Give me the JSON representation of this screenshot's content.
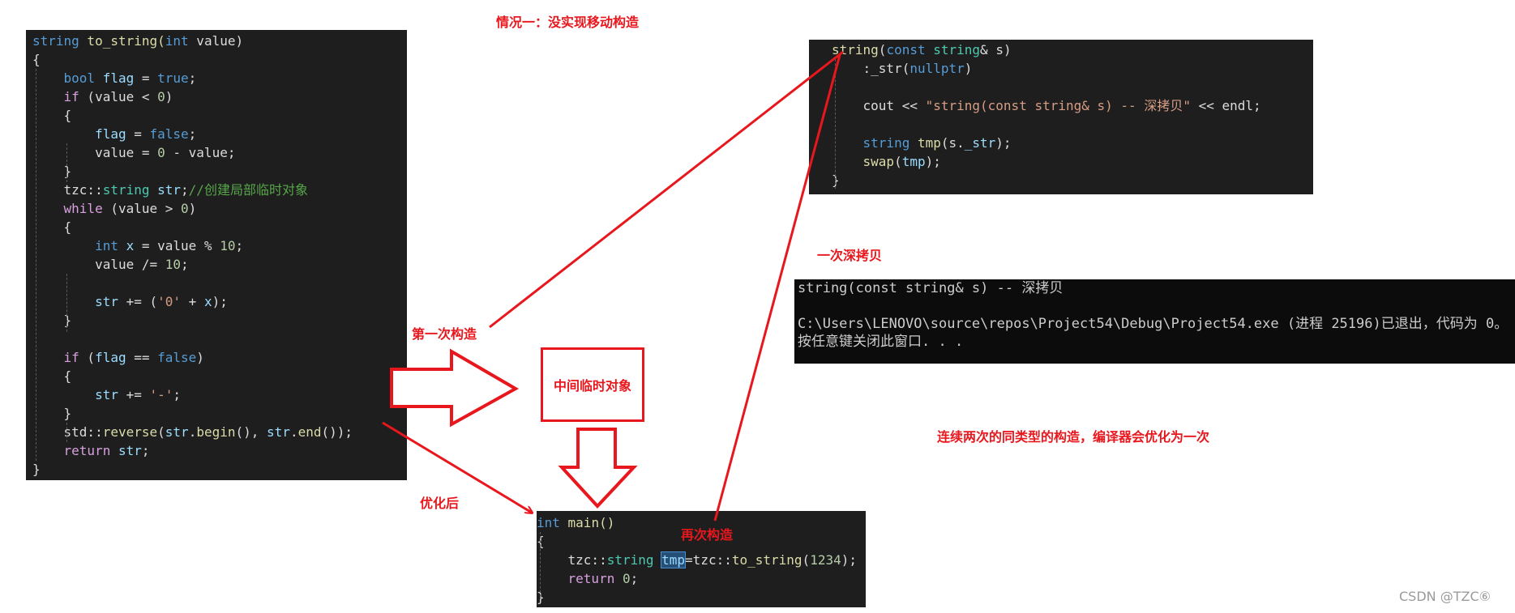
{
  "annotations": {
    "case_title": "情况一：没实现移动构造",
    "first_construct": "第一次构造",
    "temp_object": "中间临时对象",
    "optimized": "优化后",
    "second_construct": "再次构造",
    "one_deep_copy": "一次深拷贝",
    "optimization_note": "连续两次的同类型的构造，编译器会优化为一次"
  },
  "watermark": "CSDN @TZC⑥",
  "to_string_code": {
    "l1_a": "string",
    "l1_b": " to_string(",
    "l1_c": "int",
    "l1_d": " value)",
    "l2": "{",
    "l3_a": "bool",
    "l3_b": " flag",
    "l3_c": " = ",
    "l3_d": "true",
    "l3_e": ";",
    "l4_a": "if",
    "l4_b": " (value < ",
    "l4_c": "0",
    "l4_d": ")",
    "l5": "{",
    "l6_a": "flag",
    "l6_b": " = ",
    "l6_c": "false",
    "l6_d": ";",
    "l7_a": "value = ",
    "l7_b": "0",
    "l7_c": " - value;",
    "l8": "}",
    "l9_a": "tzc::",
    "l9_b": "string",
    "l9_c": " str",
    "l9_d": ";",
    "l9_e": "//创建局部临时对象",
    "l10_a": "while",
    "l10_b": " (value > ",
    "l10_c": "0",
    "l10_d": ")",
    "l11": "{",
    "l12_a": "int",
    "l12_b": " x",
    "l12_c": " = value % ",
    "l12_d": "10",
    "l12_e": ";",
    "l13_a": "value /= ",
    "l13_b": "10",
    "l13_c": ";",
    "l14_a": "str",
    "l14_b": " += (",
    "l14_c": "'0'",
    "l14_d": " + ",
    "l14_e": "x",
    "l14_f": ");",
    "l15": "}",
    "l16_a": "if",
    "l16_b": " (",
    "l16_c": "flag",
    "l16_d": " == ",
    "l16_e": "false",
    "l16_f": ")",
    "l17": "{",
    "l18_a": "str",
    "l18_b": " += ",
    "l18_c": "'-'",
    "l18_d": ";",
    "l19": "}",
    "l20_a": "std::",
    "l20_b": "reverse",
    "l20_c": "(",
    "l20_d": "str",
    "l20_e": ".",
    "l20_f": "begin",
    "l20_g": "(), ",
    "l20_h": "str",
    "l20_i": ".",
    "l20_j": "end",
    "l20_k": "());",
    "l21_a": "return",
    "l21_b": " ",
    "l21_c": "str",
    "l21_d": ";",
    "l22": "}"
  },
  "copy_ctor_code": {
    "l1_a": "string",
    "l1_b": "(",
    "l1_c": "const",
    "l1_d": " string",
    "l1_e": "& s)",
    "l2_a": ":_str(",
    "l2_b": "nullptr",
    "l2_c": ")",
    "l3_a": "cout",
    "l3_b": " << ",
    "l3_c": "\"string(const string& s) -- 深拷贝\"",
    "l3_d": " << ",
    "l3_e": "endl",
    "l3_f": ";",
    "l4_a": "string",
    "l4_b": " tmp",
    "l4_c": "(s.",
    "l4_d": "_str",
    "l4_e": ");",
    "l5_a": "swap",
    "l5_b": "(",
    "l5_c": "tmp",
    "l5_d": ");",
    "l6": "}"
  },
  "main_code": {
    "l1_a": "int",
    "l1_b": " main()",
    "l2": "{",
    "l3_a": "tzc::",
    "l3_b": "string",
    "l3_c": " ",
    "l3_d": "tmp",
    "l3_e": "=tzc::",
    "l3_f": "to_string",
    "l3_g": "(",
    "l3_h": "1234",
    "l3_i": ");",
    "l4_a": "return",
    "l4_b": " ",
    "l4_c": "0",
    "l4_d": ";",
    "l5": "}"
  },
  "console": {
    "line1": "string(const string& s) -- 深拷贝",
    "line2": "",
    "line3": "C:\\Users\\LENOVO\\source\\repos\\Project54\\Debug\\Project54.exe (进程 25196)已退出，代码为 0。",
    "line4": "按任意键关闭此窗口. . ."
  },
  "colors": {
    "annotation_red": "#e8171d",
    "editor_bg": "#1e1e1e",
    "console_bg": "#0c0c0c"
  }
}
